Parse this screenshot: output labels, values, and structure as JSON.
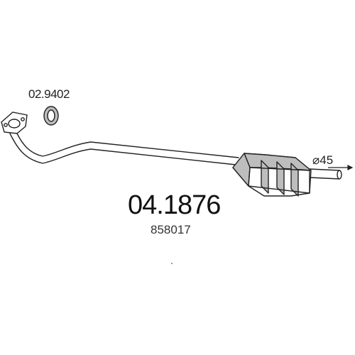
{
  "labels": {
    "gasket_part": "02.9402",
    "main_part": "04.1876",
    "reference": "858017",
    "outlet_diameter": "⌀45"
  },
  "colors": {
    "line": "#222222",
    "shade": "#bdbdbd",
    "background": "#ffffff"
  }
}
